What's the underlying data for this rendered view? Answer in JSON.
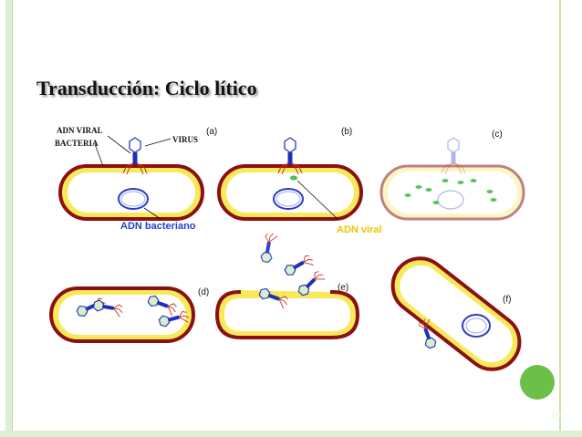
{
  "slide": {
    "title": "Transducción: Ciclo lítico",
    "page_number": "16",
    "accent_color": "#6cc04a",
    "background_color": "#ffffff"
  },
  "figure": {
    "labels": {
      "viral_dna_top": "ADN VIRAL",
      "bacteria": "BACTERIA",
      "virus": "VIRUS",
      "bacterial_dna": "ADN bacteriano",
      "viral_dna": "ADN viral"
    },
    "panels": [
      "(a)",
      "(b)",
      "(c)",
      "(d)",
      "(e)",
      "(f)"
    ]
  }
}
